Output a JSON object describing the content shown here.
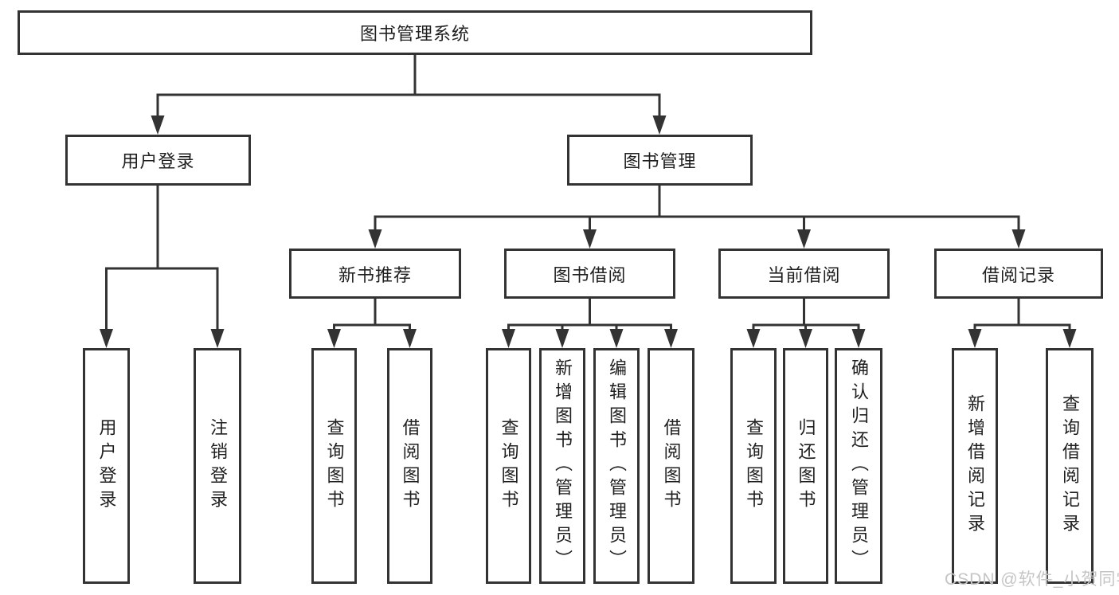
{
  "tree": {
    "root": {
      "label": "图书管理系统"
    },
    "branches": [
      {
        "label": "用户登录",
        "children": [
          "用户登录",
          "注销登录"
        ]
      },
      {
        "label": "图书管理",
        "sections": [
          {
            "label": "新书推荐",
            "children": [
              "查询图书",
              "借阅图书"
            ]
          },
          {
            "label": "图书借阅",
            "children": [
              "查询图书",
              "新增图书（管理员）",
              "编辑图书（管理员）",
              "借阅图书"
            ]
          },
          {
            "label": "当前借阅",
            "children": [
              "查询图书",
              "归还图书",
              "确认归还（管理员）"
            ]
          },
          {
            "label": "借阅记录",
            "children": [
              "新增借阅记录",
              "查询借阅记录"
            ]
          }
        ]
      }
    ]
  },
  "watermark": "CSDN @软件_小贺同学",
  "colors": {
    "line": "#333333",
    "text": "#1f1f1f",
    "background": "#ffffff",
    "watermark": "#c5c5c5"
  }
}
